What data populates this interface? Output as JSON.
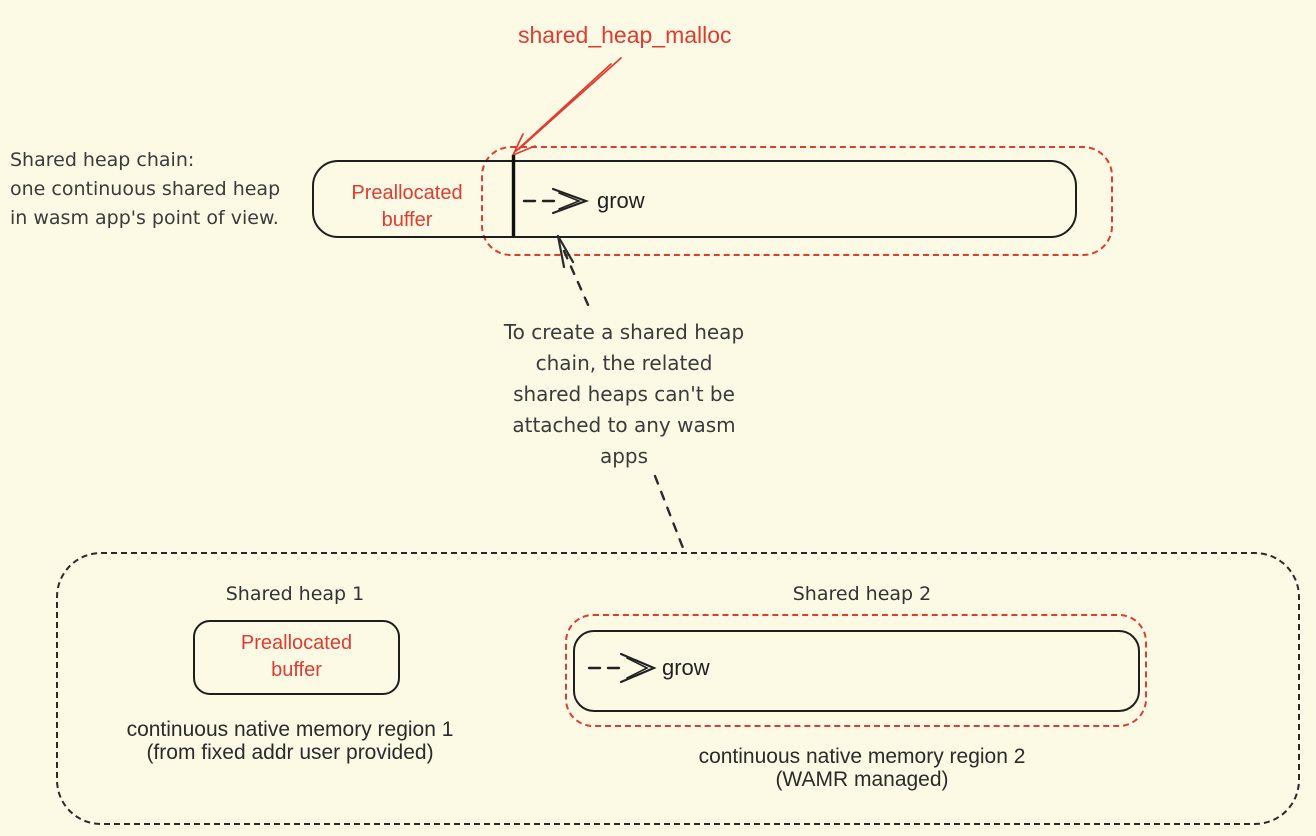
{
  "colors": {
    "background": "#fcf9e4",
    "red": "#e23b30",
    "ink": "#1e1e1e",
    "note_text": "#3b3b3b",
    "caption_text": "#2b2b2b"
  },
  "top": {
    "malloc_label": "shared_heap_malloc",
    "side_note": {
      "line1": "Shared heap chain:",
      "line2": "one continuous shared heap",
      "line3": "in wasm app's point of view."
    },
    "bar": {
      "buffer_line1": "Preallocated",
      "buffer_line2": "buffer",
      "grow_label": "grow"
    }
  },
  "middle_note": {
    "line1": "To create a shared heap",
    "line2": "chain, the related",
    "line3": "shared heaps can't be",
    "line4": "attached to any wasm",
    "line5": "apps"
  },
  "bottom": {
    "heap1": {
      "title": "Shared heap 1",
      "buffer_line1": "Preallocated",
      "buffer_line2": "buffer",
      "caption_line1": "continuous native memory region 1",
      "caption_line2": "(from fixed addr user provided)"
    },
    "heap2": {
      "title": "Shared heap 2",
      "grow_label": "grow",
      "caption_line1": "continuous native memory region 2",
      "caption_line2": "(WAMR managed)"
    }
  }
}
